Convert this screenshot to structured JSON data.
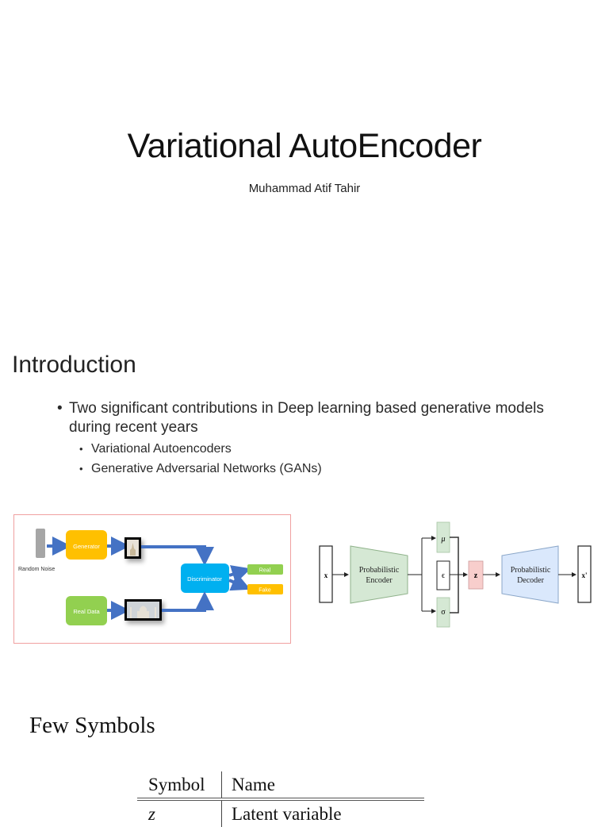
{
  "title_slide": {
    "title": "Variational AutoEncoder",
    "author": "Muhammad Atif Tahir"
  },
  "intro_slide": {
    "heading": "Introduction",
    "bullet": "Two significant contributions in Deep learning based generative models during recent years",
    "sub_bullets": [
      "Variational Autoencoders",
      "Generative Adversarial Networks (GANs)"
    ],
    "gan_diagram": {
      "noise_label": "Random  Noise",
      "generator_label": "Generator",
      "discriminator_label": "Discriminator",
      "real_data_label": "Real  Data",
      "output_real": "Real",
      "output_fake": "Fake",
      "colors": {
        "generator": "#ffc000",
        "discriminator": "#00b0f0",
        "real_data": "#92d050",
        "real_out": "#92d050",
        "fake_out": "#ffc000",
        "arrow": "#4472c4",
        "noise": "#a6a6a6",
        "frame": "#f0a0a0"
      }
    },
    "vae_diagram": {
      "input": "x",
      "encoder": [
        "Probabilistic",
        "Encoder"
      ],
      "mu": "μ",
      "epsilon": "ϵ",
      "sigma": "σ",
      "latent": "z",
      "decoder": [
        "Probabilistic",
        "Decoder"
      ],
      "output": "x'",
      "colors": {
        "encoder": "#d5e8d4",
        "decoder": "#dae8fc",
        "latent": "#f8cecc",
        "mu_sigma": "#d5e8d4"
      }
    }
  },
  "symbols_slide": {
    "heading": "Few Symbols",
    "table": {
      "headers": [
        "Symbol",
        "Name"
      ],
      "rows": [
        [
          "z",
          "Latent variable"
        ]
      ]
    }
  }
}
